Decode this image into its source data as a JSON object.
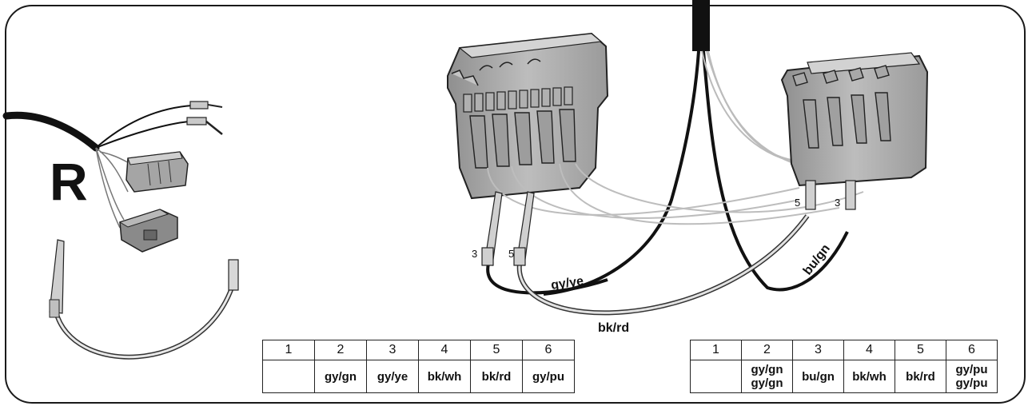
{
  "panel": {
    "badge": "R"
  },
  "wire_labels": {
    "gy_ye": "gy/ye",
    "bk_rd": "bk/rd",
    "bu_gn": "bu/gn"
  },
  "pin_labels": {
    "left_3": "3",
    "left_5": "5",
    "right_5": "5",
    "right_3": "3"
  },
  "table_left": {
    "pins": [
      "1",
      "2",
      "3",
      "4",
      "5",
      "6"
    ],
    "colors": [
      "",
      "gy/gn",
      "gy/ye",
      "bk/wh",
      "bk/rd",
      "gy/pu"
    ]
  },
  "table_right": {
    "pins": [
      "1",
      "2",
      "3",
      "4",
      "5",
      "6"
    ],
    "colors": [
      "",
      "gy/gn\ngy/gn",
      "bu/gn",
      "bk/wh",
      "bk/rd",
      "gy/pu\ngy/pu"
    ]
  }
}
